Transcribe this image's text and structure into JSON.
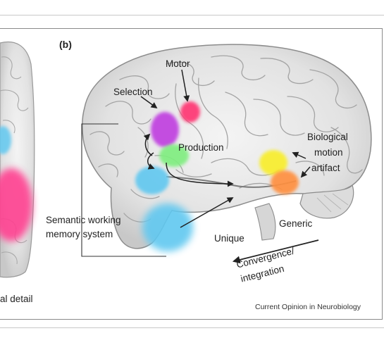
{
  "panel_letter": "(b)",
  "left_panel_caption": "al detail",
  "labels": {
    "motor": "Motor",
    "selection": "Selection",
    "production": "Production",
    "biological": "Biological",
    "motion": "motion",
    "artifact": "artifact",
    "semantic_line1": "Semantic working",
    "semantic_line2": "memory system",
    "unique": "Unique",
    "generic": "Generic",
    "convergence_line1": "Convergence/",
    "convergence_line2": "integration"
  },
  "credit": "Current Opinion in Neurobiology",
  "region_colors": {
    "selection": "#c040e0",
    "motor": "#ff3070",
    "production": "#80ee80",
    "semantic": "#60c8f0",
    "biological_motion": "#f8ee30",
    "artifact": "#ff9040",
    "left_pink": "#ff4090",
    "left_blue": "#60c8f0"
  }
}
